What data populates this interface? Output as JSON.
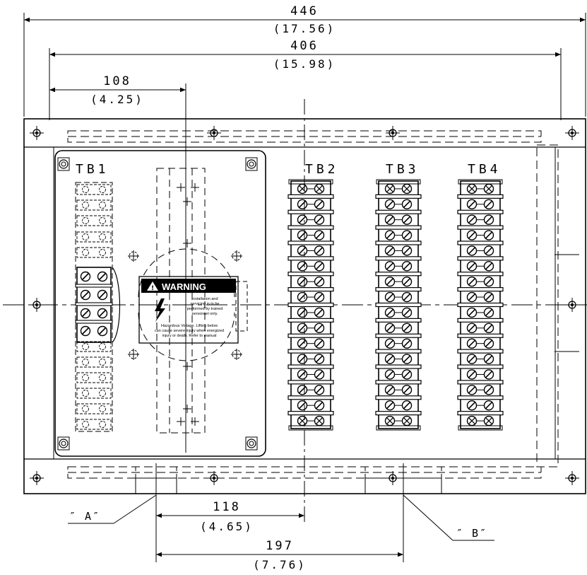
{
  "dimensions": {
    "overall_width": {
      "value": "446",
      "inch": "(17.56)"
    },
    "mounting_width": {
      "value": "406",
      "inch": "(15.98)"
    },
    "tb1_offset": {
      "value": "108",
      "inch": "(4.25)"
    },
    "detail_a_offset": {
      "value": "118",
      "inch": "(4.65)"
    },
    "detail_b_offset": {
      "value": "197",
      "inch": "(7.76)"
    }
  },
  "terminal_blocks": {
    "tb1": "TB1",
    "tb2": "TB2",
    "tb3": "TB3",
    "tb4": "TB4"
  },
  "details": {
    "a": "″ A″",
    "b": "″ B″"
  },
  "warning_label": {
    "heading": "WARNING",
    "right_text": [
      "Installation and",
      "servicing is to be",
      "performed by trained",
      "personnel only."
    ],
    "bottom_text": [
      "Hazardous Voltage. Lifting below",
      "can cause severe injury when energized",
      "injury or death. Refer to manual"
    ]
  }
}
